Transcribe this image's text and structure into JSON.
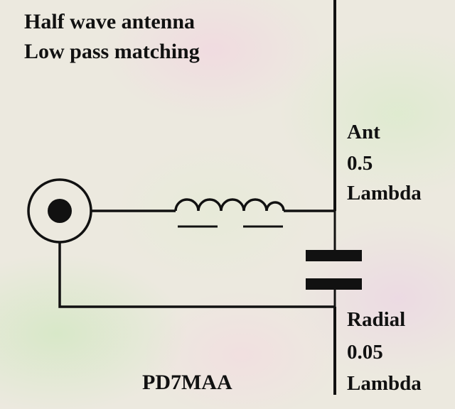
{
  "title_lines": [
    "Half wave antenna",
    "Low pass matching"
  ],
  "antenna_label": {
    "name": "Ant",
    "value": "0.5",
    "unit": "Lambda"
  },
  "radial_label": {
    "name": "Radial",
    "value": "0.05",
    "unit": "Lambda"
  },
  "credit": "PD7MAA",
  "components": [
    "coax-connector",
    "inductor",
    "capacitor",
    "antenna-element",
    "radial-element"
  ],
  "colors": {
    "ink": "#111111",
    "background": "#ece9df"
  }
}
